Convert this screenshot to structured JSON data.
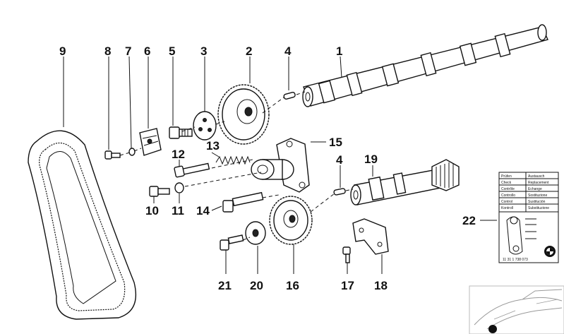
{
  "callouts": [
    {
      "id": "c1",
      "label": "1"
    },
    {
      "id": "c2",
      "label": "2"
    },
    {
      "id": "c3",
      "label": "3"
    },
    {
      "id": "c4a",
      "label": "4"
    },
    {
      "id": "c4b",
      "label": "4"
    },
    {
      "id": "c5",
      "label": "5"
    },
    {
      "id": "c6",
      "label": "6"
    },
    {
      "id": "c7",
      "label": "7"
    },
    {
      "id": "c8",
      "label": "8"
    },
    {
      "id": "c9",
      "label": "9"
    },
    {
      "id": "c10",
      "label": "10"
    },
    {
      "id": "c11",
      "label": "11"
    },
    {
      "id": "c12",
      "label": "12"
    },
    {
      "id": "c13",
      "label": "13"
    },
    {
      "id": "c14",
      "label": "14"
    },
    {
      "id": "c15",
      "label": "15"
    },
    {
      "id": "c16",
      "label": "16"
    },
    {
      "id": "c17",
      "label": "17"
    },
    {
      "id": "c18",
      "label": "18"
    },
    {
      "id": "c19",
      "label": "19"
    },
    {
      "id": "c20",
      "label": "20"
    },
    {
      "id": "c21",
      "label": "21"
    },
    {
      "id": "c22",
      "label": "22"
    }
  ],
  "card": {
    "rows": [
      [
        "Prüfen",
        "Austausch"
      ],
      [
        "Check",
        "Replacement"
      ],
      [
        "Contrôle",
        "Echange"
      ],
      [
        "Controllo",
        "Sostituzione"
      ],
      [
        "Control",
        "Sustitución"
      ],
      [
        "Kontroll",
        "Substituzione"
      ]
    ],
    "part_number": "11 31 1 738 073"
  }
}
